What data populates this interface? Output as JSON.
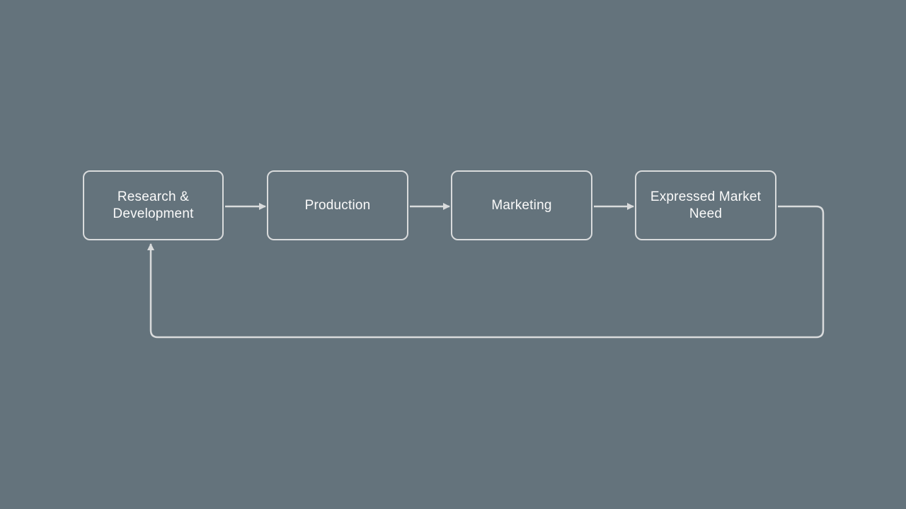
{
  "colors": {
    "background": "#64737C",
    "line": "#D9DBDC",
    "node_text": "#FAFAFA"
  },
  "diagram": {
    "title": "",
    "type": "flowchart",
    "nodes": [
      {
        "id": "research-development",
        "label": "Research &\nDevelopment"
      },
      {
        "id": "production",
        "label": "Production"
      },
      {
        "id": "marketing",
        "label": "Marketing"
      },
      {
        "id": "expressed-market-need",
        "label": "Expressed Market\nNeed"
      }
    ],
    "edges": [
      {
        "from": "research-development",
        "to": "production",
        "style": "straight-arrow"
      },
      {
        "from": "production",
        "to": "marketing",
        "style": "straight-arrow"
      },
      {
        "from": "marketing",
        "to": "expressed-market-need",
        "style": "straight-arrow"
      },
      {
        "from": "expressed-market-need",
        "to": "research-development",
        "style": "feedback-loop"
      }
    ]
  }
}
